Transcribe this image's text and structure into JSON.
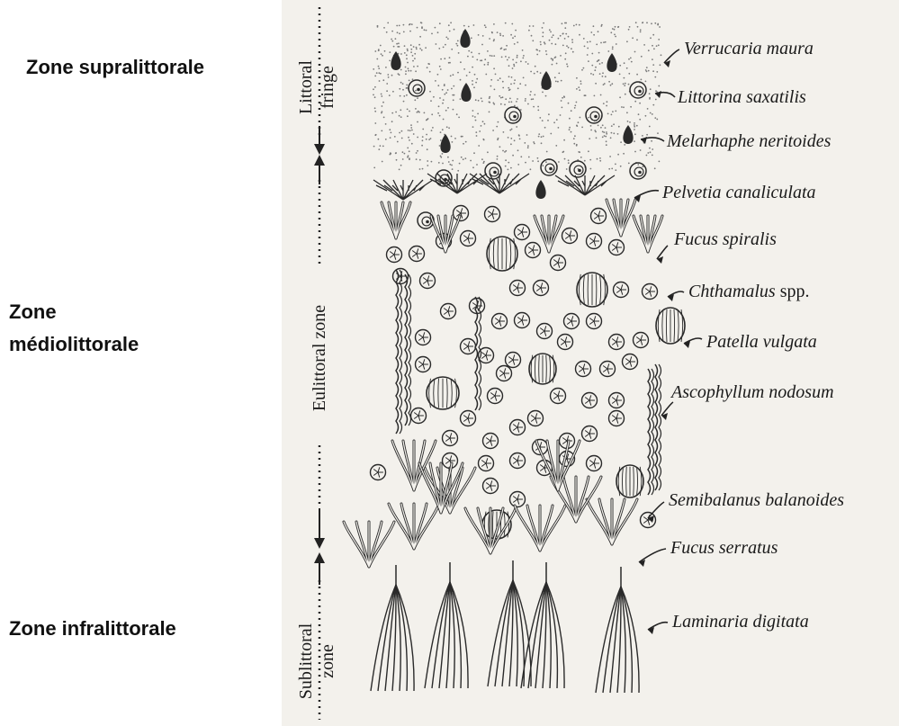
{
  "french_zones": [
    {
      "id": "supra",
      "lines": [
        "Zone supralittorale"
      ]
    },
    {
      "id": "medio",
      "lines": [
        "Zone",
        "médiolittorale"
      ]
    },
    {
      "id": "infra",
      "lines": [
        "Zone infralittorale"
      ]
    }
  ],
  "vertical_zones": [
    {
      "id": "littoral",
      "lines": [
        "Littoral",
        "fringe"
      ]
    },
    {
      "id": "eulittoral",
      "lines": [
        "Eulittoral zone"
      ]
    },
    {
      "id": "sublittoral",
      "lines": [
        "Sublittoral",
        "zone"
      ]
    }
  ],
  "species": [
    {
      "id": "verrucaria-maura",
      "name": "Verrucaria maura"
    },
    {
      "id": "littorina-saxatilis",
      "name": "Littorina saxatilis"
    },
    {
      "id": "melarhaphe-neritoides",
      "name": "Melarhaphe neritoides"
    },
    {
      "id": "pelvetia-canaliculata",
      "name": "Pelvetia canaliculata"
    },
    {
      "id": "fucus-spiralis",
      "name": "Fucus spiralis"
    },
    {
      "id": "chthamalus",
      "name": "Chthamalus",
      "suffix": " spp."
    },
    {
      "id": "patella-vulgata",
      "name": "Patella vulgata"
    },
    {
      "id": "ascophyllum-nodosum",
      "name": "Ascophyllum nodosum"
    },
    {
      "id": "semibalanus-balanoides",
      "name": "Semibalanus balanoides"
    },
    {
      "id": "fucus-serratus",
      "name": "Fucus serratus"
    },
    {
      "id": "laminaria-digitata",
      "name": "Laminaria digitata"
    }
  ],
  "colors": {
    "ink": "#2a2a2a",
    "paper": "#f3f1ec",
    "stipple": "#7a7a7a"
  }
}
